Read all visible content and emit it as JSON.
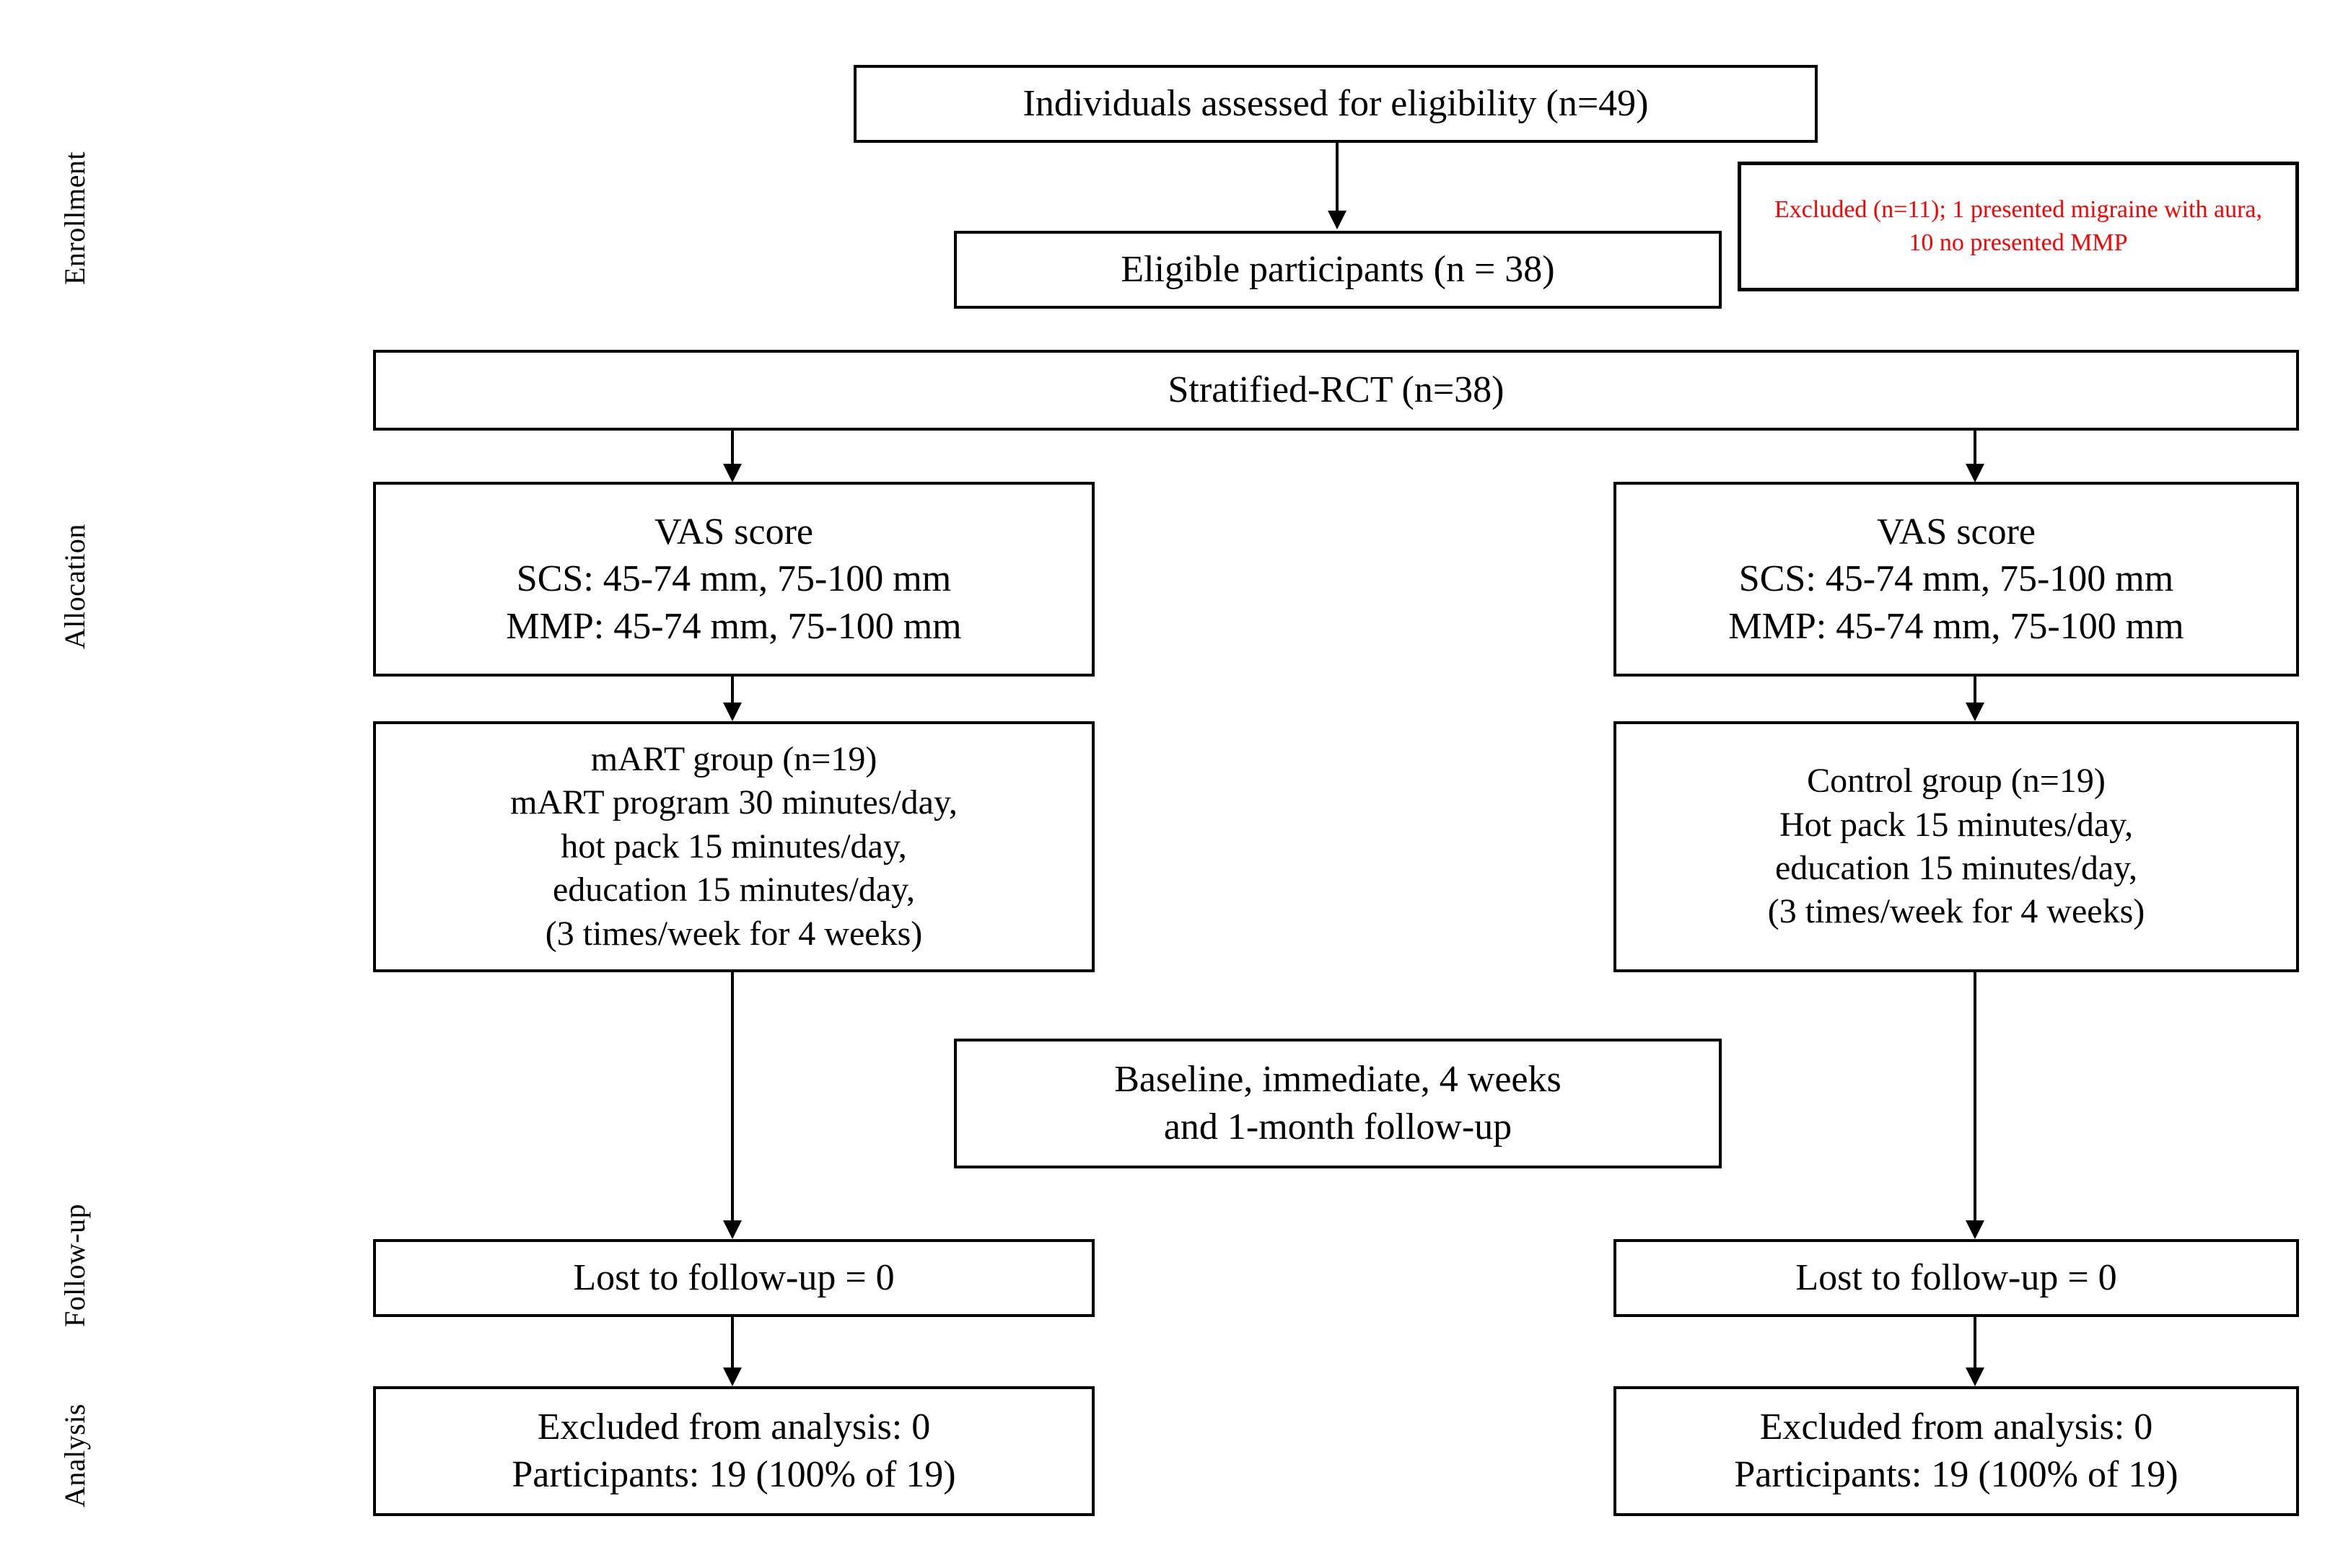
{
  "diagram": {
    "title": "CONSORT participant flow diagram",
    "text_color": "#000000",
    "accent_color": "#ff0000",
    "border_color": "#000000",
    "background": "#ffffff"
  },
  "stages": [
    {
      "id": "enrollment",
      "label": "Enrollment"
    },
    {
      "id": "allocation",
      "label": "Allocation"
    },
    {
      "id": "followup",
      "label": "Follow-up"
    },
    {
      "id": "analysis",
      "label": "Analysis"
    }
  ],
  "nodes": {
    "assessed": {
      "lines": [
        "Individuals assessed for eligibility (n=49)"
      ]
    },
    "eligible": {
      "lines": [
        "Eligible participants (n = 38)"
      ]
    },
    "excluded_note": {
      "lines": [
        "Excluded (n=11); 1 presented migraine with aura, 10 no presented MMP"
      ],
      "color": "#ff0000"
    },
    "randomization": {
      "lines": [
        "Stratified-RCT (n=38)"
      ]
    },
    "vas_left": {
      "lines": [
        "VAS score",
        "SCS: 45-74 mm, 75-100 mm",
        "MMP: 45-74 mm, 75-100 mm"
      ]
    },
    "vas_right": {
      "lines": [
        "VAS score",
        "SCS: 45-74 mm, 75-100 mm",
        "MMP: 45-74 mm, 75-100 mm"
      ]
    },
    "mart_group": {
      "lines": [
        "mART group (n=19)",
        "mART program 30 minutes/day,",
        "hot pack 15 minutes/day,",
        "education  15 minutes/day,",
        "(3 times/week for 4 weeks)"
      ]
    },
    "control_group": {
      "lines": [
        "Control group (n=19)",
        "Hot pack 15 minutes/day,",
        "education 15 minutes/day,",
        "(3 times/week for 4 weeks)"
      ]
    },
    "assessment_points": {
      "lines": [
        "Baseline, immediate, 4 weeks",
        "and 1-month follow-up"
      ]
    },
    "lost_left": {
      "lines": [
        "Lost to follow-up = 0"
      ]
    },
    "lost_right": {
      "lines": [
        "Lost to follow-up = 0"
      ]
    },
    "analysis_left": {
      "lines": [
        "Excluded from analysis: 0",
        "Participants: 19 (100% of 19)"
      ]
    },
    "analysis_right": {
      "lines": [
        "Excluded from analysis: 0",
        "Participants: 19 (100% of 19)"
      ]
    }
  }
}
